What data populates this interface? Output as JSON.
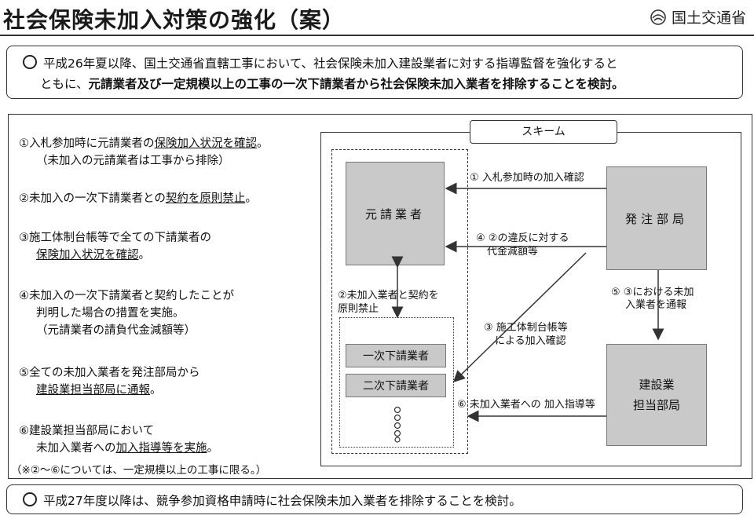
{
  "header": {
    "title": "社会保険未加入対策の強化（案）",
    "ministry": "国土交通省"
  },
  "summary": {
    "line1": "平成26年夏以降、国土交通省直轄工事において、社会保険未加入建設業者に対する指導監督を強化すると",
    "line2_plain": "ともに、",
    "line2_bold": "元請業者及び一定規模以上の工事の一次下請業者から社会保険未加入業者を排除することを検討。"
  },
  "measures": [
    {
      "a": "①入札参加時に元請業者の",
      "u": "保険加入状況を確認",
      "b": "。"
    },
    {
      "a": "（未加入の元請業者は工事から排除）"
    },
    {
      "a": "②未加入の一次下請業者との",
      "u": "契約を原則禁止",
      "b": "。"
    },
    {
      "a": "③施工体制台帳等で全ての下請業者の"
    },
    {
      "u": "保険加入状況を確認",
      "b": "。"
    },
    {
      "a": "④未加入の一次下請業者と契約したことが"
    },
    {
      "a": "判明した場合の措置を実施。"
    },
    {
      "a": "（元請業者の請負代金減額等）"
    },
    {
      "a": "⑤全ての未加入業者を発注部局から"
    },
    {
      "u": "建設業担当部局に通報",
      "b": "。"
    },
    {
      "a": "⑥建設業担当部局において"
    },
    {
      "a": "未加入業者への",
      "u": "加入指導等を実施",
      "b": "。"
    }
  ],
  "note": "（※②～⑥については、一定規模以上の工事に限る。）",
  "scheme": {
    "label": "スキーム",
    "prime_contractor": "元請業者",
    "ordering_dept": "発注部局",
    "construction_dept_line1": "建設業",
    "construction_dept_line2": "担当部局",
    "sub1": "一次下請業者",
    "sub2": "二次下請業者",
    "arrow1": "①  入札参加時の加入確認",
    "arrow4_line1": "④  ②の違反に対する",
    "arrow4_line2": "代金減額等",
    "arrow2_line1": "②未加入業者と契約を",
    "arrow2_line2": "原則禁止",
    "arrow3_line1": "③  施工体制台帳等",
    "arrow3_line2": "による加入確認",
    "arrow5_line1": "⑤  ③における未加",
    "arrow5_line2": "入業者を通報",
    "arrow6": "⑥  未加入業者への 加入指導等"
  },
  "footer": {
    "text": "平成27年度以降は、競争参加資格申請時に社会保険未加入業者を排除することを検討。"
  }
}
